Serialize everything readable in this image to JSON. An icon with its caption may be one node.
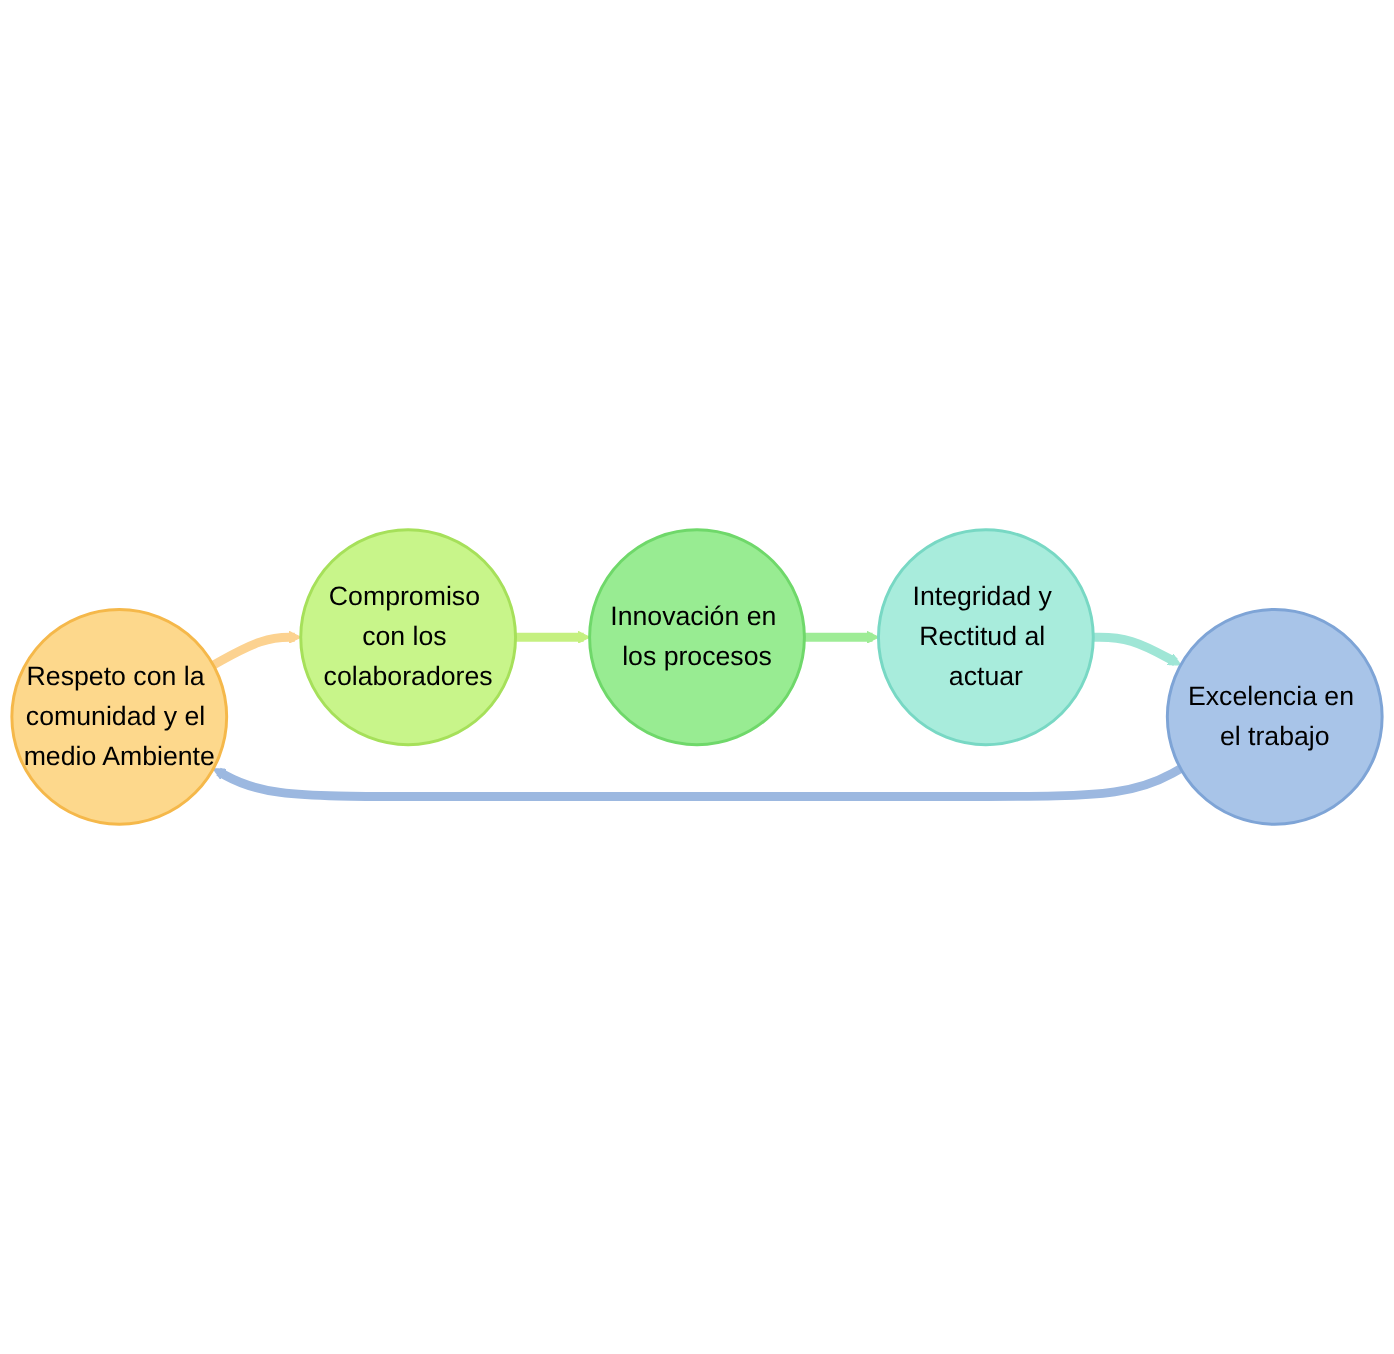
{
  "diagram": {
    "nodes": [
      {
        "text": [
          "Respeto con la comunidad y el medio Ambiente"
        ]
      },
      {
        "text": [
          "Compromiso con los colaboradores"
        ]
      },
      {
        "text": [
          "Innovación en los procesos"
        ]
      },
      {
        "text": [
          "Integridad y Rectitud al actuar"
        ]
      },
      {
        "text": [
          "Excelencia en el trabajo"
        ]
      }
    ],
    "edges": [
      {
        "from": 0,
        "to": 1,
        "arrow": "to",
        "color": "#fcd290"
      },
      {
        "from": 1,
        "to": 2,
        "arrow": "to",
        "color": "#c5f080"
      },
      {
        "from": 2,
        "to": 3,
        "arrow": "to",
        "color": "#9eec96"
      },
      {
        "from": 3,
        "to": 4,
        "arrow": "to",
        "color": "#9fe6d6"
      },
      {
        "from": 4,
        "to": 0,
        "arrow": "to",
        "color": "#9cb8e0"
      }
    ]
  }
}
